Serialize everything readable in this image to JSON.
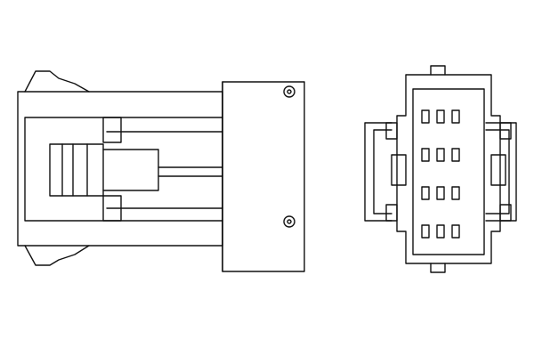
{
  "drawing": {
    "background": "#ffffff",
    "line_color": "#111111",
    "components": [
      "side-view-connector",
      "front-view-connector"
    ],
    "front_view": {
      "pin_rows": 4,
      "pins_per_row": 3
    }
  }
}
